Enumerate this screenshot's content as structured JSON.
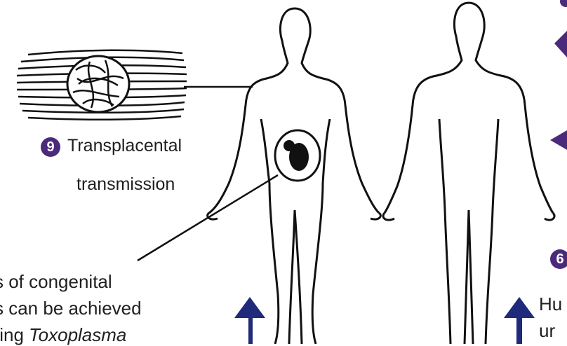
{
  "steps": {
    "transplacental": {
      "number": "9",
      "label_line1": "Transplacental",
      "label_line2": "transmission"
    },
    "six": {
      "number": "6"
    }
  },
  "notes": {
    "left": {
      "line1": "s of congenital",
      "line2": "s can be achieved",
      "line3_prefix": "ting ",
      "line3_italic": "Toxoplasma"
    },
    "right": {
      "line1": "Hu",
      "line2": "ur"
    }
  },
  "colors": {
    "badge": "#4b2a7b",
    "arrow": "#1f2a7a",
    "line": "#111111"
  },
  "icons": [
    "tissue-cyst-icon",
    "fetus-icon",
    "up-arrow-icon",
    "triangle-marker-icon"
  ]
}
